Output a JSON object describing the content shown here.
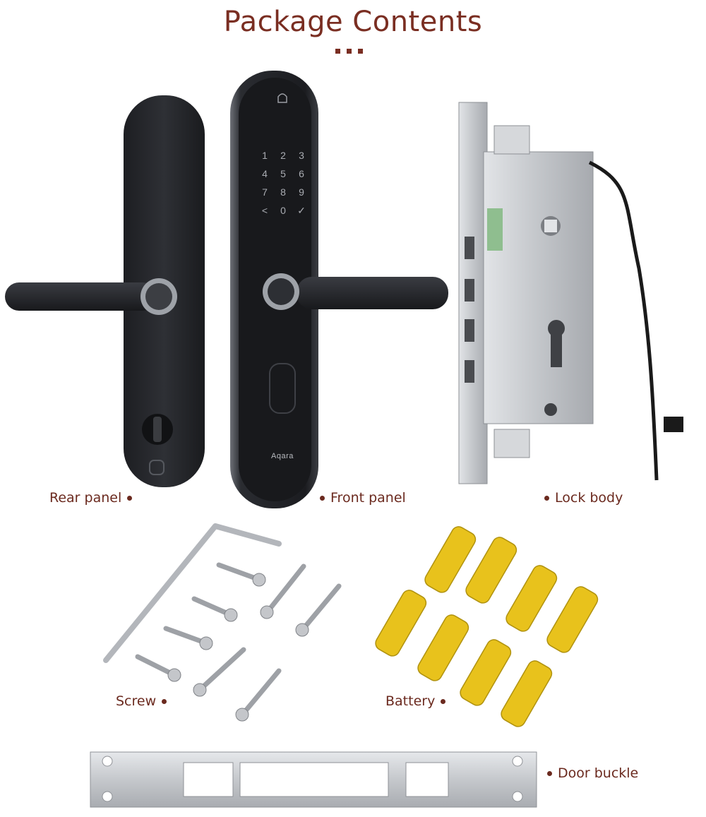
{
  "title": "Package Contents",
  "items": {
    "rear_panel": "Rear panel",
    "front_panel": "Front panel",
    "lock_body": "Lock body",
    "screw": "Screw",
    "battery": "Battery",
    "door_buckle": "Door buckle"
  },
  "front_panel_keypad": [
    "1",
    "2",
    "3",
    "4",
    "5",
    "6",
    "7",
    "8",
    "9",
    "<",
    "0",
    "✓"
  ],
  "brand": "Aqara",
  "colors": {
    "accent": "#7a2e22",
    "panel": "#2b2d31",
    "battery": "#e8c21c",
    "steel": "#c9cbcf"
  }
}
